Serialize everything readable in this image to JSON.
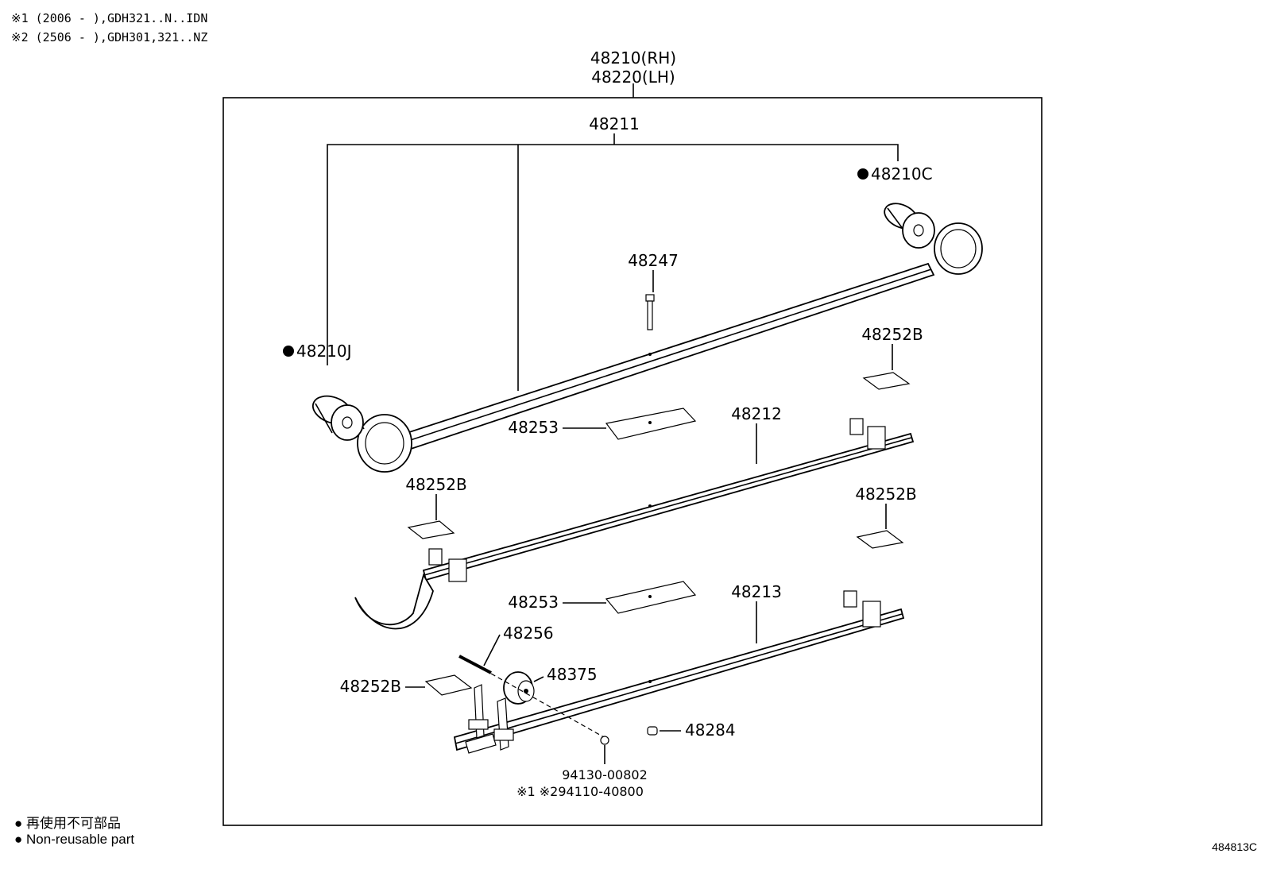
{
  "notes": {
    "note1": "※1 (2006 -        ),GDH321..N..IDN",
    "note2": "※2 (2506 -        ),GDH301,321..NZ"
  },
  "assembly": {
    "label_rh": "48210(RH)",
    "label_lh": "48220(LH)"
  },
  "parts": {
    "p48211": "48211",
    "p48210C": "48210C",
    "p48247": "48247",
    "p48210J": "48210J",
    "p48252B_1": "48252B",
    "p48253_1": "48253",
    "p48212": "48212",
    "p48252B_2": "48252B",
    "p48252B_3": "48252B",
    "p48253_2": "48253",
    "p48213": "48213",
    "p48256": "48256",
    "p48375": "48375",
    "p48252B_4": "48252B",
    "p48284": "48284",
    "p94130": "94130-00802",
    "p94110": "※1 ※294110-40800"
  },
  "legend": {
    "jp": "再使用不可部品",
    "en": "Non-reusable part",
    "bullet_icon": "filled-circle-icon"
  },
  "figure_id": "484813C"
}
